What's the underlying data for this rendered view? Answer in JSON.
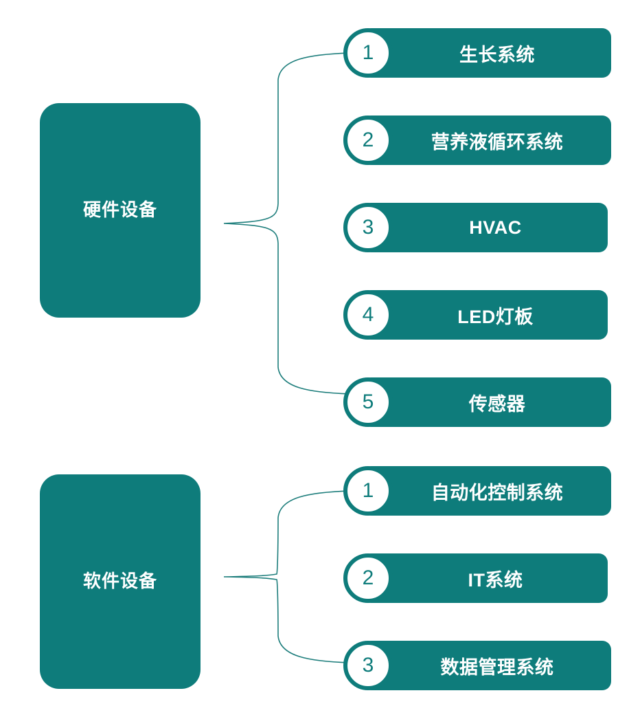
{
  "diagram": {
    "title_visible": false,
    "accent_color": "#0E7C7B",
    "text_color": "#FFFFFF",
    "background_color": "#FFFFFF",
    "brace_color": "#1E7E7C"
  },
  "groups": [
    {
      "key": "hardware",
      "label": "硬件设备",
      "items": [
        {
          "number": "1",
          "label": "生长系统"
        },
        {
          "number": "2",
          "label": "营养液循环系统"
        },
        {
          "number": "3",
          "label": "HVAC"
        },
        {
          "number": "4",
          "label": "LED灯板"
        },
        {
          "number": "5",
          "label": "传感器"
        }
      ]
    },
    {
      "key": "software",
      "label": "软件设备",
      "items": [
        {
          "number": "1",
          "label": "自动化控制系统"
        },
        {
          "number": "2",
          "label": "IT系统"
        },
        {
          "number": "3",
          "label": "数据管理系统"
        }
      ]
    }
  ]
}
